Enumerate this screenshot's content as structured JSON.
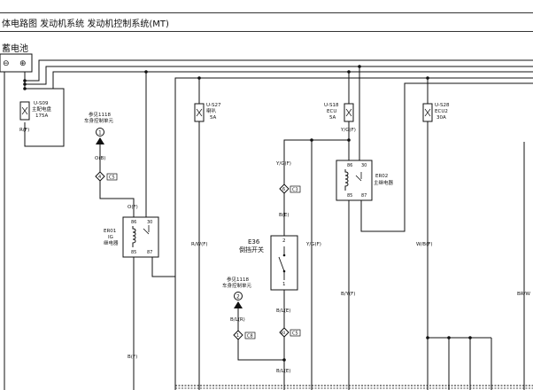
{
  "header": {
    "title": "体电路图  发动机系统  发动机控制系统(MT)"
  },
  "battery": {
    "label": "蓄电池",
    "minus": "⊖",
    "plus": "⊕"
  },
  "fuses": [
    {
      "code": "U-S09",
      "name": "主配电盘",
      "rating": "175A"
    },
    {
      "code": "U-S27",
      "name": "喇叭",
      "rating": "5A"
    },
    {
      "code": "U-S18",
      "name": "ECU",
      "rating": "5A"
    },
    {
      "code": "U-S28",
      "name": "ECU2",
      "rating": "30A"
    }
  ],
  "references": [
    {
      "line1": "参见1118",
      "line2": "车身控制单元",
      "num": "1"
    },
    {
      "line1": "参见1118",
      "line2": "车身控制单元",
      "num": "2"
    }
  ],
  "relays": [
    {
      "code": "ER01",
      "name1": "IG",
      "name2": "继电器",
      "pins": [
        "86",
        "30",
        "85",
        "87"
      ]
    },
    {
      "code": "ER02",
      "name": "主继电器",
      "pins": [
        "86",
        "30",
        "85",
        "87"
      ]
    }
  ],
  "switch": {
    "code": "E36",
    "name": "倒挡开关",
    "pin_top": "2",
    "pin_bottom": "1"
  },
  "connectors": [
    {
      "pin": "4",
      "ref": "C5"
    },
    {
      "pin": "6",
      "ref": "C3"
    },
    {
      "pin": "1",
      "ref": "C8"
    },
    {
      "pin": "30",
      "ref": "C5"
    }
  ],
  "wires": {
    "r_f": "R(F)",
    "o_b": "O(B)",
    "o_f": "O(F)",
    "b_f": "B(F)",
    "r_w_f": "R/W(F)",
    "y_g_f_top": "Y/G(F)",
    "y_g_f_mid": "Y/G(F)",
    "y_g_f_right": "Y/G(F)",
    "b_e": "B(E)",
    "b_l_e": "B/L(E)",
    "b_l_r": "B/L(R)",
    "b_l_e_bottom": "B/L(E)",
    "b_y_f": "B/Y(F)",
    "w_b_f": "W/B(F)",
    "br_w": "BR/W"
  }
}
